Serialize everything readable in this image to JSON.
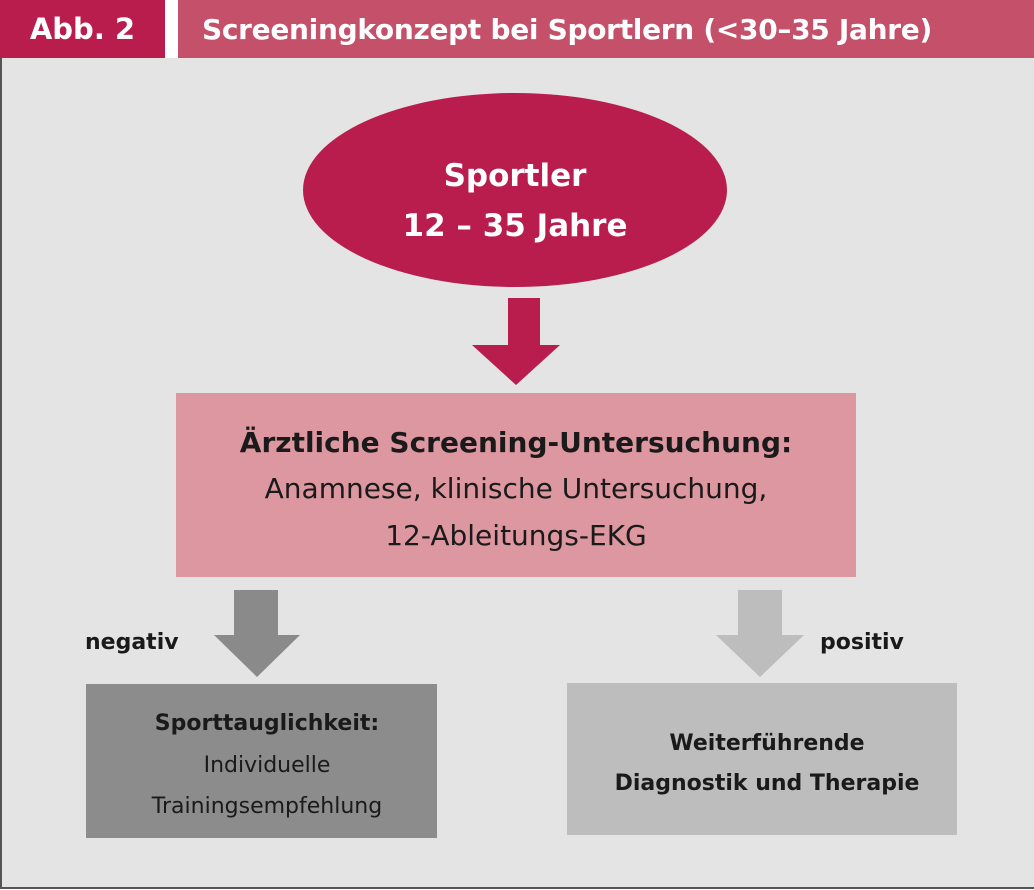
{
  "header": {
    "figure_label": "Abb. 2",
    "title": "Screeningkonzept bei Sportlern (<30–35 Jahre)"
  },
  "start": {
    "line1": "Sportler",
    "line2": "12 – 35 Jahre"
  },
  "screening": {
    "heading": "Ärztliche Screening-Untersuchung:",
    "line1": "Anamnese, klinische Untersuchung,",
    "line2": "12-Ableitungs-EKG"
  },
  "negative": {
    "label": "negativ",
    "heading": "Sporttauglichkeit:",
    "line1": "Individuelle",
    "line2": "Trainingsempfehlung"
  },
  "positive": {
    "label": "positiv",
    "line1": "Weiterführende",
    "line2": "Diagnostik und Therapie"
  },
  "colors": {
    "primary": "#b81d4e",
    "title_bg": "#c4506a",
    "screening_bg": "#dd97a0",
    "negative": "#8c8c8c",
    "positive": "#bdbdbd",
    "panel": "#e4e4e4"
  }
}
